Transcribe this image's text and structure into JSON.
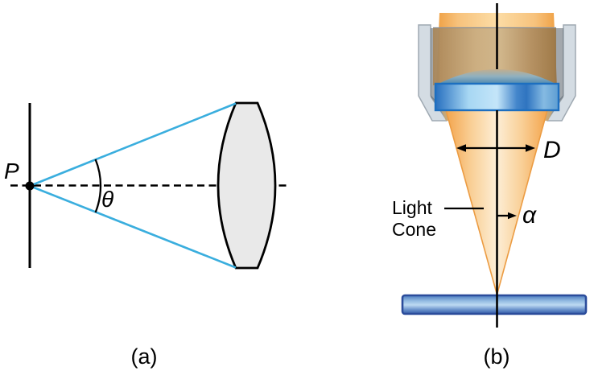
{
  "panel_a": {
    "caption": "(a)",
    "point_label": "P",
    "angle_label": "θ",
    "colors": {
      "ray_blue": "#3aaede",
      "lens_gray": "#e9e9e9",
      "ink_black": "#000000"
    }
  },
  "panel_b": {
    "caption": "(b)",
    "aperture_label": "D",
    "half_angle_label": "α",
    "light_cone_label_line1": "Light",
    "light_cone_label_line2": "Cone",
    "colors": {
      "light_cone_orange": "#f5a94f",
      "barrel_brown": "#b8966c",
      "housing_gray": "#d4dce3",
      "lens_band_blue": "#2a70bd",
      "slide_blue": "#3a62ad"
    }
  }
}
